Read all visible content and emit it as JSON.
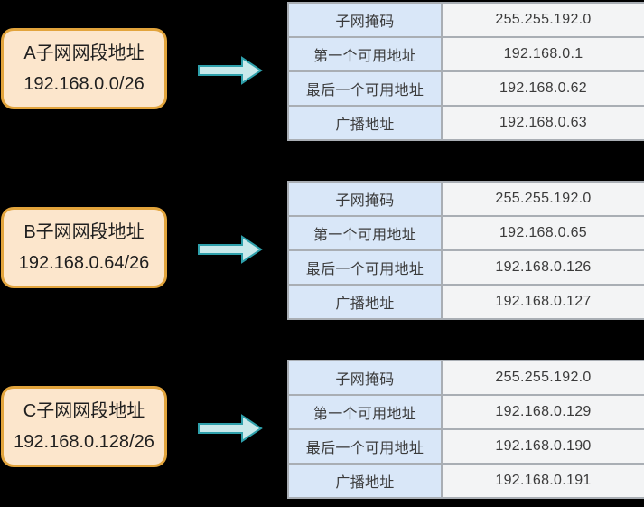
{
  "colors": {
    "background": "#000000",
    "callout_fill": "#FCE6CC",
    "callout_border": "#E2A43C",
    "arrow_fill": "#C9E9EB",
    "arrow_stroke": "#2EA0AB",
    "label_cell_bg": "#D9E7F8",
    "value_cell_bg": "#F3F4F5",
    "table_border": "#A9AEB4",
    "table_text": "#3B3B3B",
    "callout_text": "#1F1F1F"
  },
  "groups": [
    {
      "id": "A",
      "callout": {
        "title": "A子网网段地址",
        "address": "192.168.0.0/26"
      },
      "table": {
        "rows": [
          {
            "label": "子网掩码",
            "value": "255.255.192.0"
          },
          {
            "label": "第一个可用地址",
            "value": "192.168.0.1"
          },
          {
            "label": "最后一个可用地址",
            "value": "192.168.0.62"
          },
          {
            "label": "广播地址",
            "value": "192.168.0.63"
          }
        ]
      }
    },
    {
      "id": "B",
      "callout": {
        "title": "B子网网段地址",
        "address": "192.168.0.64/26"
      },
      "table": {
        "rows": [
          {
            "label": "子网掩码",
            "value": "255.255.192.0"
          },
          {
            "label": "第一个可用地址",
            "value": "192.168.0.65"
          },
          {
            "label": "最后一个可用地址",
            "value": "192.168.0.126"
          },
          {
            "label": "广播地址",
            "value": "192.168.0.127"
          }
        ]
      }
    },
    {
      "id": "C",
      "callout": {
        "title": "C子网网段地址",
        "address": "192.168.0.128/26"
      },
      "table": {
        "rows": [
          {
            "label": "子网掩码",
            "value": "255.255.192.0"
          },
          {
            "label": "第一个可用地址",
            "value": "192.168.0.129"
          },
          {
            "label": "最后一个可用地址",
            "value": "192.168.0.190"
          },
          {
            "label": "广播地址",
            "value": "192.168.0.191"
          }
        ]
      }
    }
  ]
}
